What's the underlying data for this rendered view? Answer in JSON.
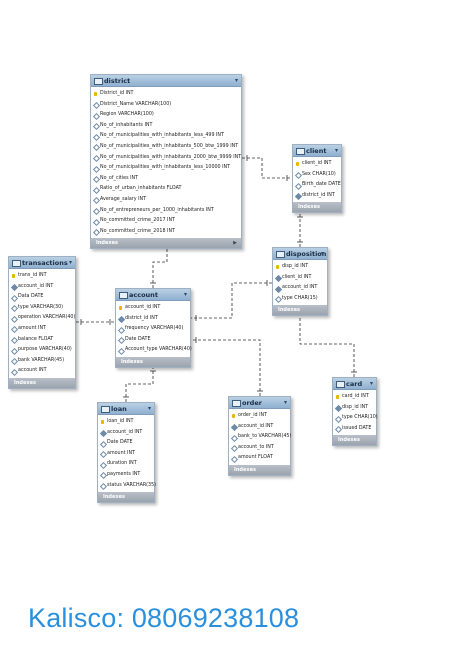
{
  "watermark": "Kalisco: 08069238108",
  "footer_label": "Indexes",
  "colors": {
    "header": "#8fb0cf",
    "connector": "#333333",
    "watermark": "#2a8fdc"
  },
  "tables": [
    {
      "id": "district",
      "name": "district",
      "rows": [
        {
          "t": "District_id INT",
          "k": "pk"
        },
        {
          "t": "District_Name VARCHAR(100)",
          "k": "col"
        },
        {
          "t": "Region VARCHAR(100)",
          "k": "col"
        },
        {
          "t": "No_of_inhabitants INT",
          "k": "col"
        },
        {
          "t": "No_of_municipalities_with_inhabitants_less_499 INT",
          "k": "col"
        },
        {
          "t": "No_of_municipalities_with_inhabitants_500_btw_1999 INT",
          "k": "col"
        },
        {
          "t": "No_of_municipalities_with_inhabitants_2000_btw_9999 INT",
          "k": "col"
        },
        {
          "t": "No_of_municipalities_with_inhabitants_less_10000 INT",
          "k": "col"
        },
        {
          "t": "No_of_cities INT",
          "k": "col"
        },
        {
          "t": "Ratio_of_urban_inhabitants FLOAT",
          "k": "col"
        },
        {
          "t": "Average_salary INT",
          "k": "col"
        },
        {
          "t": "No_of_entrepreneurs_per_1000_inhabitants INT",
          "k": "col"
        },
        {
          "t": "No_committed_crime_2017 INT",
          "k": "col"
        },
        {
          "t": "No_committed_crime_2018 INT",
          "k": "col"
        }
      ]
    },
    {
      "id": "client",
      "name": "client",
      "rows": [
        {
          "t": "client_id INT",
          "k": "pk"
        },
        {
          "t": "Sex CHAR(10)",
          "k": "col"
        },
        {
          "t": "Birth_date DATE",
          "k": "col"
        },
        {
          "t": "district_id INT",
          "k": "fk"
        }
      ]
    },
    {
      "id": "disposition",
      "name": "disposition",
      "rows": [
        {
          "t": "disp_id INT",
          "k": "pk"
        },
        {
          "t": "client_id INT",
          "k": "fk"
        },
        {
          "t": "account_id INT",
          "k": "fk"
        },
        {
          "t": "type CHAR(15)",
          "k": "col"
        }
      ]
    },
    {
      "id": "transactions",
      "name": "transactions",
      "rows": [
        {
          "t": "trans_id INT",
          "k": "pk"
        },
        {
          "t": "account_id INT",
          "k": "fk"
        },
        {
          "t": "Data DATE",
          "k": "col"
        },
        {
          "t": "type VARCHAR(30)",
          "k": "col"
        },
        {
          "t": "operation VARCHAR(40)",
          "k": "col"
        },
        {
          "t": "amount INT",
          "k": "col"
        },
        {
          "t": "balance FLOAT",
          "k": "col"
        },
        {
          "t": "purpose VARCHAR(40)",
          "k": "col"
        },
        {
          "t": "bank VARCHAR(45)",
          "k": "col"
        },
        {
          "t": "account INT",
          "k": "col"
        }
      ]
    },
    {
      "id": "account",
      "name": "account",
      "rows": [
        {
          "t": "account_id INT",
          "k": "pk"
        },
        {
          "t": "district_id INT",
          "k": "fk"
        },
        {
          "t": "frequency VARCHAR(40)",
          "k": "col"
        },
        {
          "t": "Date DATE",
          "k": "col"
        },
        {
          "t": "Account_type VARCHAR(40)",
          "k": "col"
        }
      ]
    },
    {
      "id": "card",
      "name": "card",
      "rows": [
        {
          "t": "card_id INT",
          "k": "pk"
        },
        {
          "t": "disp_id INT",
          "k": "fk"
        },
        {
          "t": "type CHAR(10)",
          "k": "col"
        },
        {
          "t": "issued DATE",
          "k": "col"
        }
      ]
    },
    {
      "id": "loan",
      "name": "loan",
      "rows": [
        {
          "t": "loan_id INT",
          "k": "pk"
        },
        {
          "t": "account_id INT",
          "k": "fk"
        },
        {
          "t": "Date DATE",
          "k": "col"
        },
        {
          "t": "amount INT",
          "k": "col"
        },
        {
          "t": "duration INT",
          "k": "col"
        },
        {
          "t": "payments INT",
          "k": "col"
        },
        {
          "t": "status VARCHAR(35)",
          "k": "col"
        }
      ]
    },
    {
      "id": "order",
      "name": "order",
      "rows": [
        {
          "t": "order_id INT",
          "k": "pk"
        },
        {
          "t": "account_id INT",
          "k": "fk"
        },
        {
          "t": "bank_to VARCHAR(45)",
          "k": "col"
        },
        {
          "t": "account_to INT",
          "k": "col"
        },
        {
          "t": "amount FLOAT",
          "k": "col"
        }
      ]
    }
  ],
  "relationships": [
    {
      "from": "client",
      "to": "district"
    },
    {
      "from": "account",
      "to": "district"
    },
    {
      "from": "disposition",
      "to": "client"
    },
    {
      "from": "disposition",
      "to": "account"
    },
    {
      "from": "transactions",
      "to": "account"
    },
    {
      "from": "loan",
      "to": "account"
    },
    {
      "from": "order",
      "to": "account"
    },
    {
      "from": "card",
      "to": "disposition"
    }
  ]
}
